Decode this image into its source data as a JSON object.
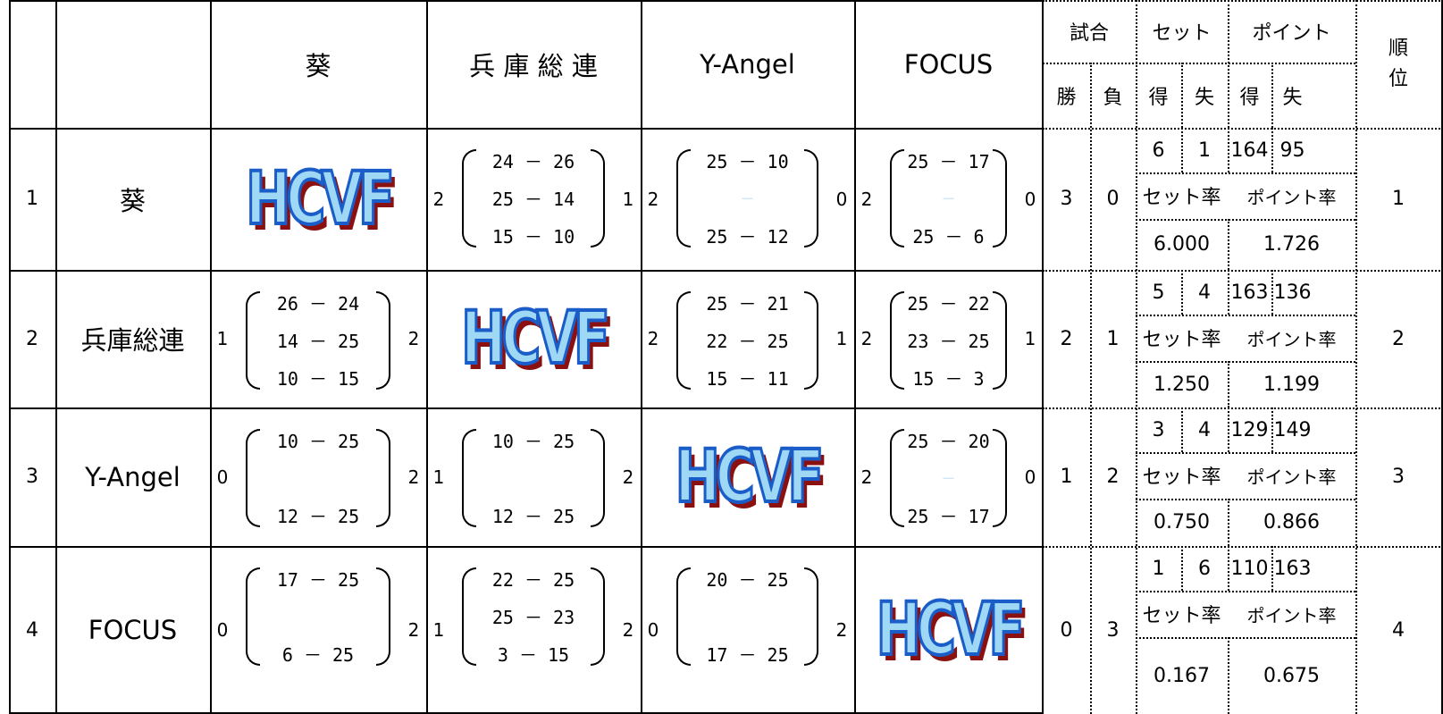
{
  "columns": {
    "team_headers": [
      "葵",
      "兵 庫 総 連",
      "Y-Angel",
      "FOCUS"
    ],
    "matches": "試合",
    "sets": "セット",
    "points": "ポイント",
    "rank": "順位",
    "win": "勝",
    "loss": "負",
    "gain": "得",
    "lose": "失"
  },
  "labels": {
    "set_rate": "セット率",
    "point_rate": "ポイント率"
  },
  "logo_text": "HCVF",
  "rows": [
    {
      "num": "1",
      "team": "葵",
      "cells": [
        null,
        {
          "left": "2",
          "right": "1",
          "lines": [
            "24 － 26",
            "25 － 14",
            "15 － 10"
          ]
        },
        {
          "left": "2",
          "right": "0",
          "lines": [
            "25 － 10",
            "―",
            "25 － 12"
          ]
        },
        {
          "left": "2",
          "right": "0",
          "lines": [
            "25 － 17",
            "―",
            "25 － 6"
          ]
        }
      ],
      "wins": "3",
      "losses": "0",
      "sets_won": "6",
      "sets_lost": "1",
      "pts_won": "164",
      "pts_lost": "95",
      "set_rate": "6.000",
      "point_rate": "1.726",
      "rank": "1"
    },
    {
      "num": "2",
      "team": "兵庫総連",
      "cells": [
        {
          "left": "1",
          "right": "2",
          "lines": [
            "26 － 24",
            "14 － 25",
            "10 － 15"
          ]
        },
        null,
        {
          "left": "2",
          "right": "1",
          "lines": [
            "25 － 21",
            "22 － 25",
            "15 － 11"
          ]
        },
        {
          "left": "2",
          "right": "1",
          "lines": [
            "25 － 22",
            "23 － 25",
            "15 － 3"
          ]
        }
      ],
      "wins": "2",
      "losses": "1",
      "sets_won": "5",
      "sets_lost": "4",
      "pts_won": "163",
      "pts_lost": "136",
      "set_rate": "1.250",
      "point_rate": "1.199",
      "rank": "2"
    },
    {
      "num": "3",
      "team": "Y-Angel",
      "cells": [
        {
          "left": "0",
          "right": "2",
          "lines": [
            "10 － 25",
            "",
            "12 － 25"
          ]
        },
        {
          "left": "1",
          "right": "2",
          "lines": [
            "10 － 25",
            "",
            "12 － 25"
          ]
        },
        null,
        {
          "left": "2",
          "right": "0",
          "lines": [
            "25 － 20",
            "―",
            "25 － 17"
          ]
        }
      ],
      "wins": "1",
      "losses": "2",
      "sets_won": "3",
      "sets_lost": "4",
      "pts_won": "129",
      "pts_lost": "149",
      "set_rate": "0.750",
      "point_rate": "0.866",
      "rank": "3"
    },
    {
      "num": "4",
      "team": "FOCUS",
      "cells": [
        {
          "left": "0",
          "right": "2",
          "lines": [
            "17 － 25",
            "",
            "6 － 25"
          ]
        },
        {
          "left": "1",
          "right": "2",
          "lines": [
            "22 － 25",
            "25 － 23",
            "3 － 15"
          ]
        },
        {
          "left": "0",
          "right": "2",
          "lines": [
            "20 － 25",
            "",
            "17 － 25"
          ]
        },
        null
      ],
      "wins": "0",
      "losses": "3",
      "sets_won": "1",
      "sets_lost": "6",
      "pts_won": "110",
      "pts_lost": "163",
      "set_rate": "0.167",
      "point_rate": "0.675",
      "rank": "4"
    }
  ]
}
